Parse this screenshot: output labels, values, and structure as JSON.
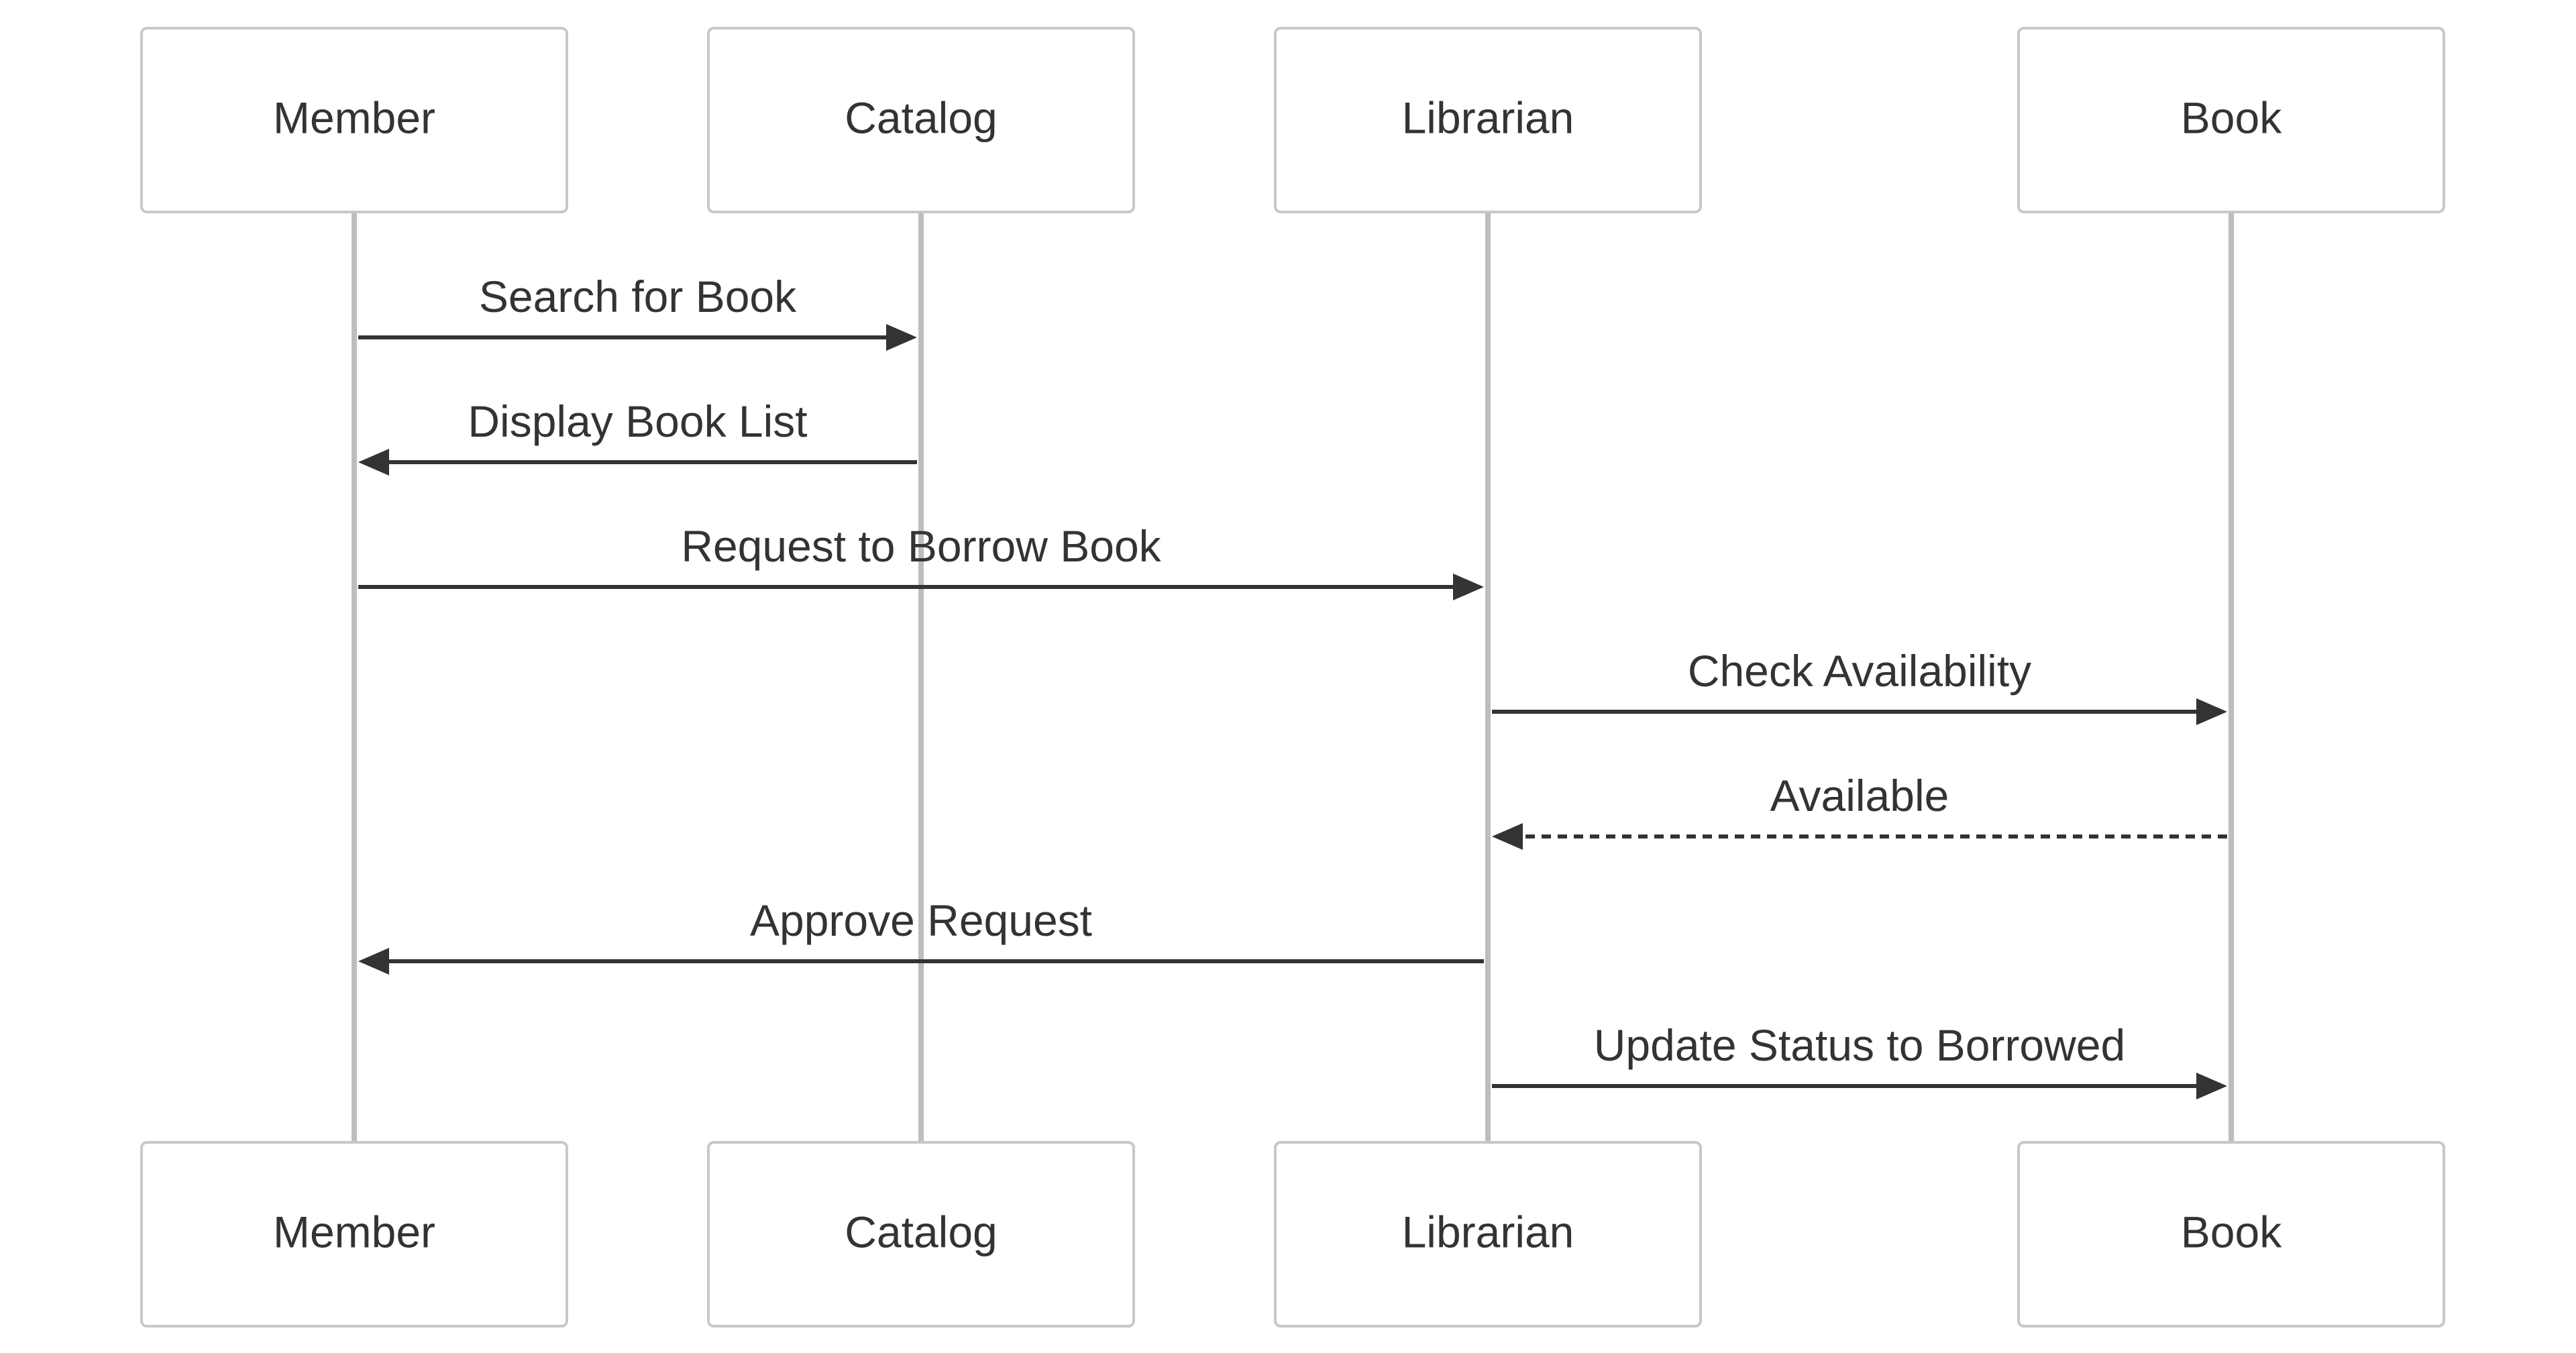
{
  "actors": [
    {
      "id": "member",
      "label": "Member"
    },
    {
      "id": "catalog",
      "label": "Catalog"
    },
    {
      "id": "librarian",
      "label": "Librarian"
    },
    {
      "id": "book",
      "label": "Book"
    }
  ],
  "messages": [
    {
      "from": "member",
      "to": "catalog",
      "label": "Search for Book",
      "style": "solid"
    },
    {
      "from": "catalog",
      "to": "member",
      "label": "Display Book List",
      "style": "solid"
    },
    {
      "from": "member",
      "to": "librarian",
      "label": "Request to Borrow Book",
      "style": "solid"
    },
    {
      "from": "librarian",
      "to": "book",
      "label": "Check Availability",
      "style": "solid"
    },
    {
      "from": "book",
      "to": "librarian",
      "label": "Available",
      "style": "dashed"
    },
    {
      "from": "librarian",
      "to": "member",
      "label": "Approve Request",
      "style": "solid"
    },
    {
      "from": "librarian",
      "to": "book",
      "label": "Update Status to Borrowed",
      "style": "solid"
    }
  ],
  "colors": {
    "line": "#333333",
    "lifeline": "#bdbdbd",
    "box_border": "#c8c8c8",
    "text": "#333333"
  }
}
